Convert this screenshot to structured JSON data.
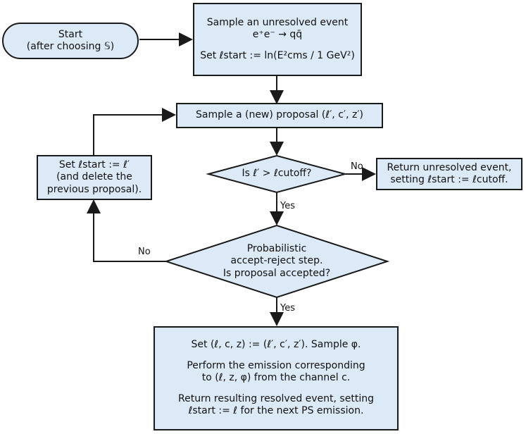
{
  "start": {
    "line1": "Start",
    "line2": "(after choosing 𝕊)"
  },
  "sample_event": {
    "line1": "Sample an unresolved event",
    "line2": "e⁺e⁻ → qq̄",
    "line3": "Set ℓstart := ln(E²cms / 1 GeV²)"
  },
  "proposal": {
    "text": "Sample a (new) proposal (ℓ′, c′, z′)"
  },
  "cutoff_check": {
    "text": "Is ℓ′ > ℓcutoff?"
  },
  "return_unresolved": {
    "line1": "Return unresolved event,",
    "line2": "setting ℓstart := ℓcutoff."
  },
  "set_start": {
    "line1": "Set ℓstart := ℓ′",
    "line2": "(and delete the",
    "line3": "previous proposal)."
  },
  "accept_reject": {
    "line1": "Probabilistic",
    "line2": "accept-reject step.",
    "line3": "Is proposal accepted?"
  },
  "emission": {
    "line1": "Set (ℓ, c, z) := (ℓ′, c′, z′).  Sample φ.",
    "line2": "Perform the emission corresponding",
    "line3": "to (ℓ, z, φ) from the channel c.",
    "line4": "Return resulting resolved event, setting",
    "line5": "ℓstart := ℓ for the next PS emission."
  },
  "labels": {
    "no1": "No",
    "yes1": "Yes",
    "no2": "No",
    "yes2": "Yes"
  }
}
